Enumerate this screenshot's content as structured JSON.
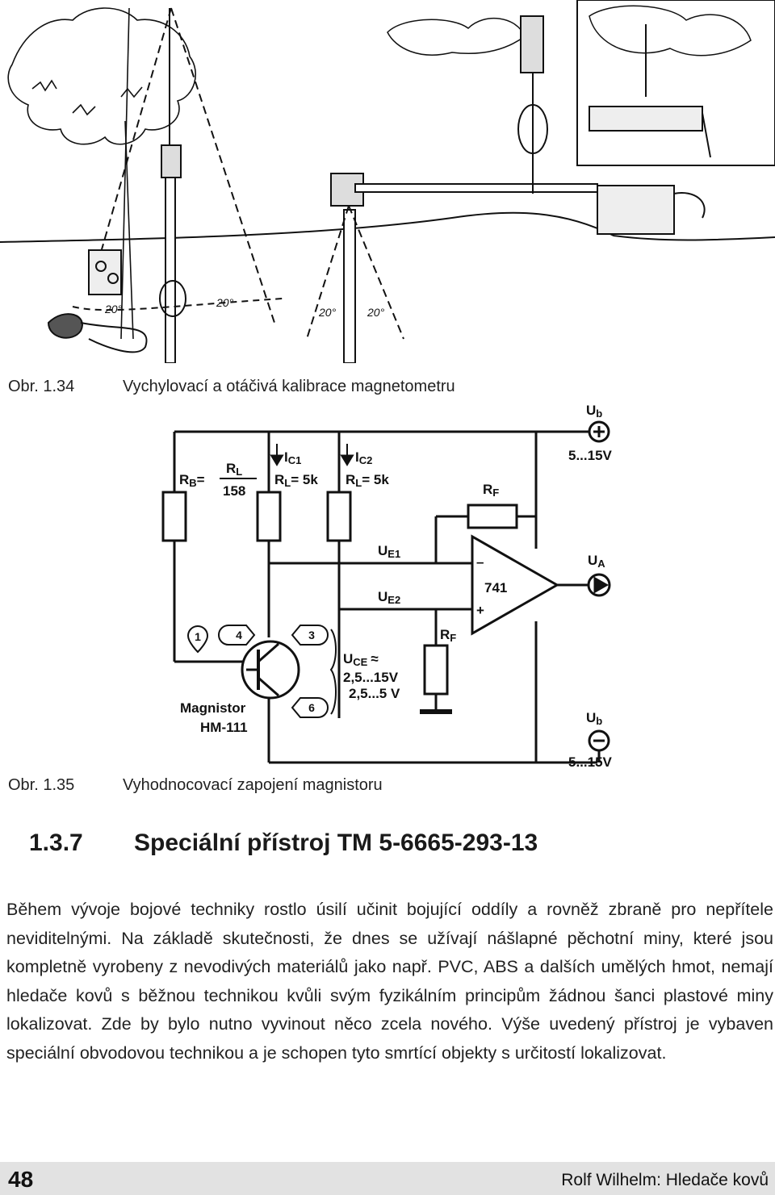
{
  "figure1": {
    "angle_labels": [
      "20°",
      "20°",
      "20°",
      "20°"
    ]
  },
  "caption1": {
    "number": "Obr. 1.34",
    "text": "Vychylovací a otáčivá kalibrace magnetometru"
  },
  "circuit": {
    "ub_top": "U",
    "ub_top_sub": "b",
    "supply_top": "5...15V",
    "rb_label": "R",
    "rb_sub": "B",
    "rb_eq": "=",
    "rl_frac_top": "R",
    "rl_frac_top_sub": "L",
    "rl_frac_bottom": "158",
    "ic1": "I",
    "ic1_sub": "C1",
    "ic2": "I",
    "ic2_sub": "C2",
    "rl1": "R",
    "rl1_sub": "L",
    "rl1_val": "= 5k",
    "rl2": "R",
    "rl2_sub": "L",
    "rl2_val": "= 5k",
    "rf_top": "R",
    "rf_top_sub": "F",
    "ue1": "U",
    "ue1_sub": "E1",
    "ue2": "U",
    "ue2_sub": "E2",
    "opamp": "741",
    "minus": "–",
    "plus": "+",
    "ua": "U",
    "ua_sub": "A",
    "rf_bottom": "R",
    "rf_bottom_sub": "F",
    "uce": "U",
    "uce_sub": "CE",
    "uce_approx": "≈",
    "range1": "2,5...15V",
    "range2": "2,5...5 V",
    "pins": [
      "1",
      "4",
      "3",
      "6"
    ],
    "magnistor": "Magnistor",
    "model": "HM-111",
    "ub_bottom": "U",
    "ub_bottom_sub": "b",
    "supply_bottom": "5...15V"
  },
  "caption2": {
    "number": "Obr. 1.35",
    "text": "Vyhodnocovací zapojení magnistoru"
  },
  "section": {
    "number": "1.3.7",
    "title": "Speciální přístroj TM 5-6665-293-13"
  },
  "body": "Během vývoje bojové techniky rostlo úsilí učinit bojující oddíly a rovněž zbraně pro nepřítele neviditelnými. Na základě skutečnosti, že dnes se užívají nášlapné pěchotní miny, které jsou kompletně vyrobeny z nevodivých materiálů jako např. PVC, ABS a dalších umělých hmot, nemají hledače kovů s běžnou technikou kvůli svým fyzikálním principům žádnou šanci plastové miny lokalizovat. Zde by bylo nutno vyvinout něco zcela nového. Výše uvedený přístroj je vybaven speciální obvodovou technikou a je schopen tyto smrtící objekty s určitostí lokalizovat.",
  "footer": {
    "page": "48",
    "title": "Rolf Wilhelm: Hledače kovů"
  }
}
